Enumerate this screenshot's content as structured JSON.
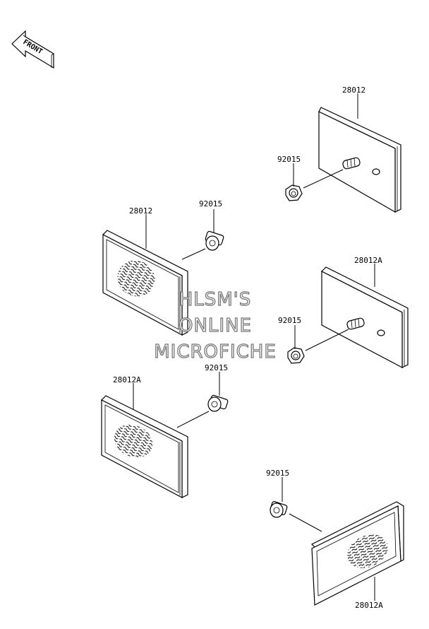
{
  "front_label": "FRONT",
  "watermark": {
    "line1": "HLSM'S",
    "line2": "ONLINE",
    "line3": "MICROFICHE"
  },
  "labels": {
    "reflector_top_right": "28012",
    "nut_top_right": "92015",
    "reflector_left_upper": "28012",
    "nut_left_upper": "92015",
    "reflector_mid_right": "28012A",
    "nut_mid_right": "92015",
    "reflector_left_lower": "28012A",
    "nut_left_lower": "92015",
    "nut_bottom_right": "92015",
    "reflector_bottom_right": "28012A"
  }
}
